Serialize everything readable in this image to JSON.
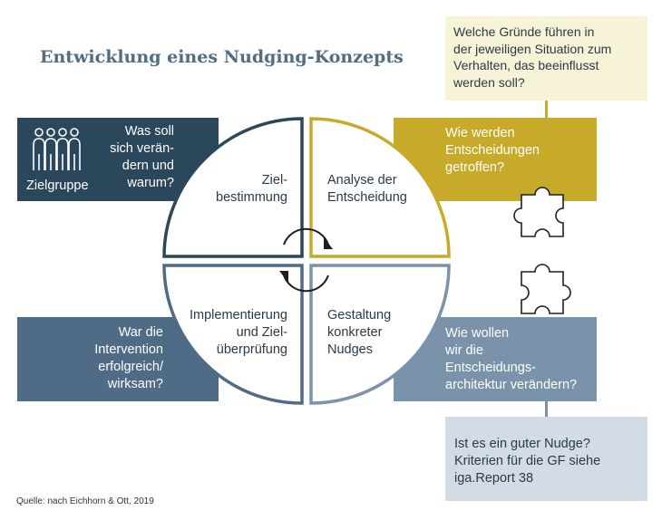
{
  "title": "Entwicklung eines Nudging-Konzepts",
  "source": "Quelle: nach Eichhorn & Ott, 2019",
  "colors": {
    "title": "#4f6d84",
    "navy": "#2a475c",
    "gold": "#c8aa2b",
    "slate": "#7a93aa",
    "steel": "#4f6b85",
    "cream": "#f6f3d6",
    "light_gray": "#d3dce4"
  },
  "boxes": {
    "top_left": {
      "label": "Zielgruppe",
      "question": "Was soll\nsich verän-\ndern und\nwarum?",
      "icon": "group-people-icon"
    },
    "bottom_left": {
      "question": "War die\nIntervention\nerfolgreich/\nwirksam?"
    },
    "top_right": {
      "question": "Wie werden\nEntscheidungen\ngetroffen?"
    },
    "bottom_right": {
      "question": "Wie wollen\nwir die\nEntscheidungs-\narchitektur verändern?"
    },
    "top_note": {
      "text": "Welche Gründe führen in\nder jeweiligen Situation zum\nVerhalten, das beeinflusst\nwerden soll?"
    },
    "bottom_note": {
      "text": "Ist es ein guter Nudge?\nKriterien für die GF siehe\niga.Report 38"
    }
  },
  "quadrants": {
    "top_left": "Ziel-\nbestimmung",
    "top_right": "Analyse der\nEntscheidung",
    "bottom_left": "Implementierung\nund Ziel-\nüberprüfung",
    "bottom_right": "Gestaltung\nkonkreter\nNudges"
  }
}
